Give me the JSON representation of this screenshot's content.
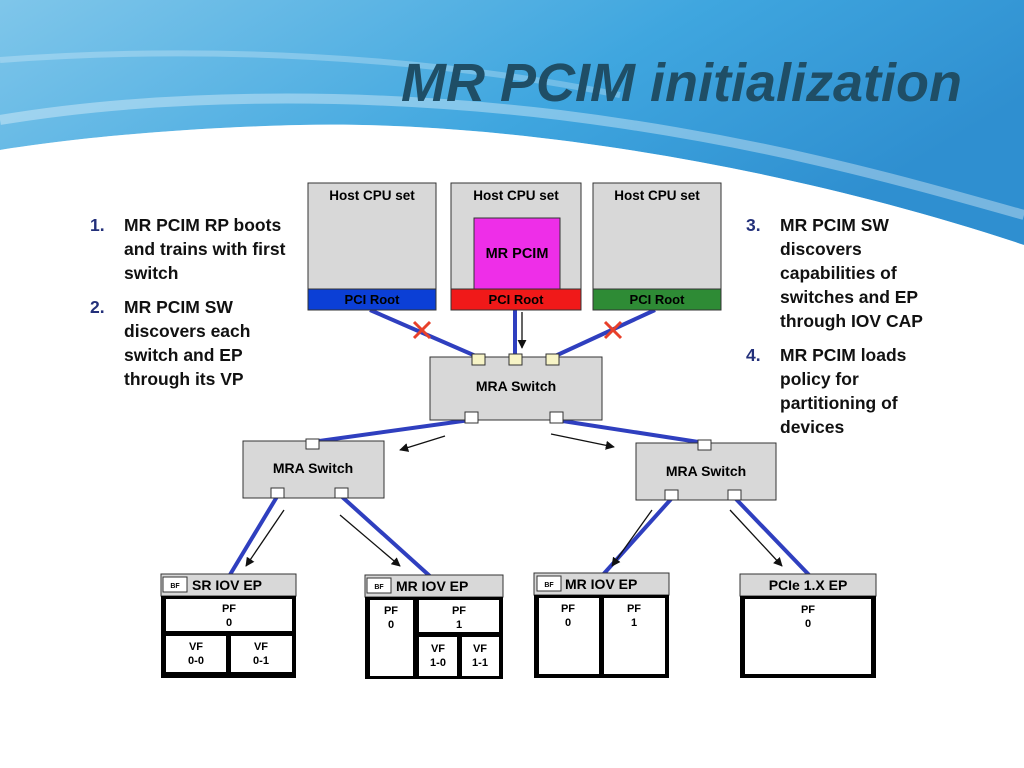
{
  "title": "MR PCIM initialization",
  "steps_left": [
    {
      "num": "1.",
      "text": "MR PCIM RP boots and trains with first switch"
    },
    {
      "num": "2.",
      "text": "MR PCIM SW discovers each switch and EP through its VP"
    }
  ],
  "steps_right": [
    {
      "num": "3.",
      "text": "MR PCIM SW discovers capabilities of switches and EP through IOV CAP"
    },
    {
      "num": "4.",
      "text": "MR PCIM loads policy for partitioning of devices"
    }
  ],
  "hosts": [
    {
      "label": "Host CPU set",
      "root_label": "PCI Root",
      "root_color": "#0b3fd6",
      "has_pcim": false
    },
    {
      "label": "Host CPU set",
      "root_label": "PCI Root",
      "root_color": "#f01919",
      "has_pcim": true,
      "pcim_label": "MR PCIM",
      "pcim_color": "#ee2ee8"
    },
    {
      "label": "Host CPU set",
      "root_label": "PCI Root",
      "root_color": "#2e8b35",
      "has_pcim": false
    }
  ],
  "switches": {
    "top": "MRA Switch",
    "left": "MRA Switch",
    "right": "MRA Switch"
  },
  "endpoints": {
    "ep1": {
      "badge": "BF",
      "title": "SR IOV EP",
      "pf_label": "PF",
      "pf_num": "0",
      "vf_a_label": "VF",
      "vf_a_num": "0-0",
      "vf_b_label": "VF",
      "vf_b_num": "0-1"
    },
    "ep2": {
      "badge": "BF",
      "title": "MR IOV EP",
      "pf0_label": "PF",
      "pf0_num": "0",
      "pf1_label": "PF",
      "pf1_num": "1",
      "vf_a_label": "VF",
      "vf_a_num": "1-0",
      "vf_b_label": "VF",
      "vf_b_num": "1-1"
    },
    "ep3": {
      "badge": "BF",
      "title": "MR IOV EP",
      "pf0_label": "PF",
      "pf0_num": "0",
      "pf1_label": "PF",
      "pf1_num": "1"
    },
    "ep4": {
      "title": "PCIe 1.X EP",
      "pf_label": "PF",
      "pf_num": "0"
    }
  },
  "colors": {
    "title": "#1f4e66",
    "link": "#2f3fbf",
    "blocked": "#e8402a",
    "box_fill": "#d8d8d8"
  }
}
